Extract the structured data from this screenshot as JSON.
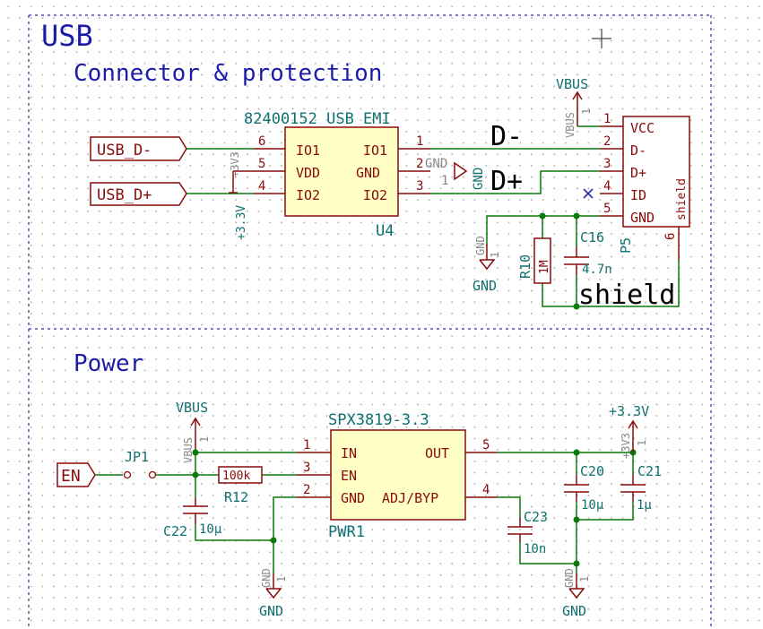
{
  "sections": {
    "usb": {
      "title": "USB",
      "subtitle": "Connector & protection"
    },
    "power": {
      "subtitle": "Power"
    }
  },
  "global_labels": {
    "usb_dm": "USB_D-",
    "usb_dp": "USB_D+",
    "en": "EN"
  },
  "net_labels": {
    "d_minus": "D-",
    "d_plus": "D+",
    "shield": "shield"
  },
  "u4": {
    "value": "82400152_USB_EMI",
    "ref": "U4",
    "left_pins": [
      {
        "num": "6",
        "name": "IO1"
      },
      {
        "num": "5",
        "name": "VDD"
      },
      {
        "num": "4",
        "name": "IO2"
      }
    ],
    "right_pins": [
      {
        "num": "1",
        "name": "IO1"
      },
      {
        "num": "2",
        "name": "GND"
      },
      {
        "num": "3",
        "name": "IO2"
      }
    ]
  },
  "p5": {
    "ref": "P5",
    "side_label": "shield",
    "pins": [
      {
        "num": "1",
        "name": "VCC"
      },
      {
        "num": "2",
        "name": "D-"
      },
      {
        "num": "3",
        "name": "D+"
      },
      {
        "num": "4",
        "name": "ID"
      },
      {
        "num": "5",
        "name": "GND"
      }
    ],
    "shield_pin": "6"
  },
  "r10": {
    "ref": "R10",
    "value": "1M"
  },
  "c16": {
    "ref": "C16",
    "value": "4.7n"
  },
  "pwr1": {
    "value": "SPX3819-3.3",
    "ref": "PWR1",
    "left_pins": [
      {
        "num": "1",
        "name": "IN"
      },
      {
        "num": "3",
        "name": "EN"
      },
      {
        "num": "2",
        "name": "GND"
      }
    ],
    "right_pins": [
      {
        "num": "5",
        "name": "OUT"
      },
      {
        "num": "4",
        "name": "ADJ/BYP"
      }
    ]
  },
  "jp1": {
    "ref": "JP1"
  },
  "r12": {
    "ref": "R12",
    "value": "100k"
  },
  "c22": {
    "ref": "C22",
    "value": "10µ"
  },
  "c20": {
    "ref": "C20",
    "value": "10µ"
  },
  "c21": {
    "ref": "C21",
    "value": "1µ"
  },
  "c23": {
    "ref": "C23",
    "value": "10n"
  },
  "power": {
    "vbus": "VBUS",
    "v33": "+3.3V",
    "v33_pin": "+3V3",
    "gnd": "GND",
    "pin1": "1"
  }
}
